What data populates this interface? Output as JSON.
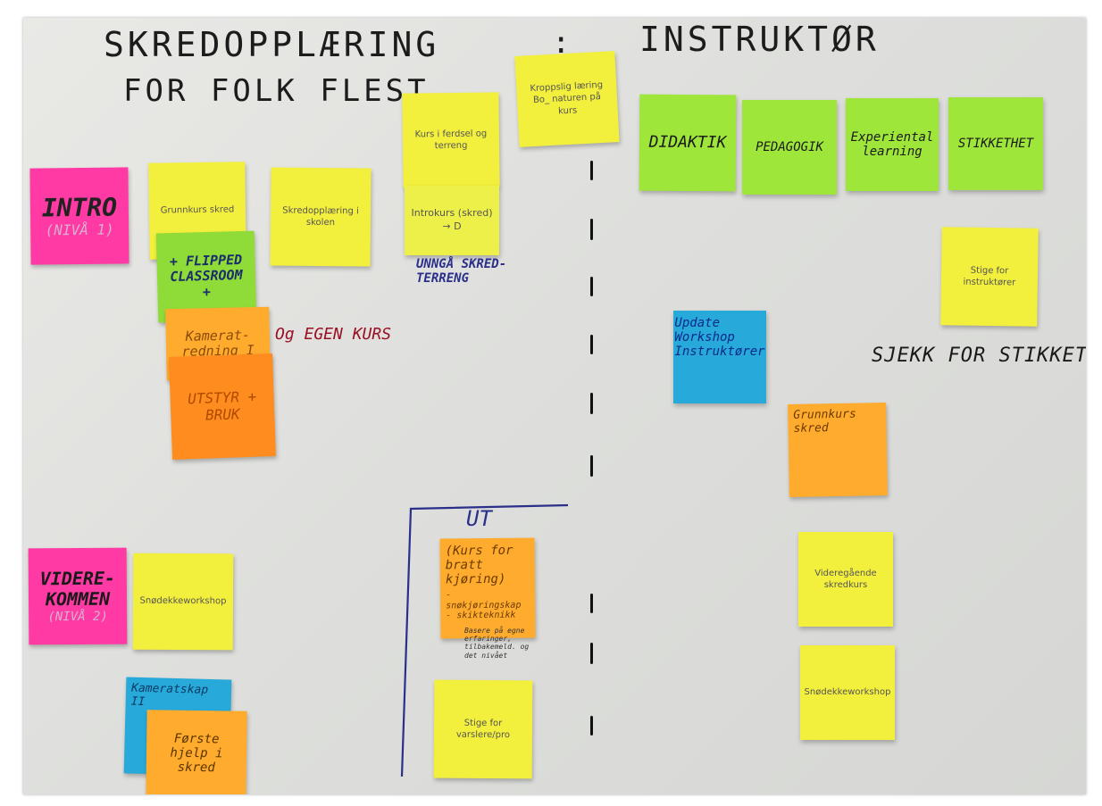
{
  "headings": {
    "left_line1": "SKREDOPPLÆRING",
    "left_line2": "FOR FOLK FLEST",
    "divider": ":",
    "right": "INSTRUKTØR"
  },
  "annotations": {
    "unnga": "UNNGÅ SKRED-TERRENG",
    "egen_kurs": "Og EGEN KURS",
    "sjekk": "SJEKK FOR STIKKETHET",
    "ut": "UT"
  },
  "notes": {
    "intro": "INTRO",
    "intro_sub": "(NIVÅ 1)",
    "grunnkurs": "Grunnkurs skred",
    "flipped": "+ FLIPPED CLASSROOM +",
    "kamerat": "Kamerat-redning I",
    "utstyr": "UTSTYR + BRUK",
    "skoleopp": "Skredopplæring i skolen",
    "ferdsel": "Kurs i ferdsel og terreng",
    "introkurs": "Introkurs (skred) → D",
    "kroppslig": "Kroppslig læring Bo_ naturen på kurs",
    "didaktik": "DIDAKTIK",
    "pedagogik": "PEDAGOGIK",
    "experiental": "Experiental learning",
    "stikkethet": "STIKKETHET",
    "stige_instr": "Stige for instruktører",
    "update": "Update Workshop Instruktører",
    "grunn_instr": "Grunnkurs skred",
    "videreg": "Videregående skredkurs",
    "snodekke_r": "Snødekkeworkshop",
    "videre": "VIDERE-KOMMEN",
    "videre_sub": "(NIVÅ 2)",
    "snodekke_l": "Snødekkeworkshop",
    "kameratskap": "Kameratskap II",
    "forstehjelp": "Første hjelp i skred",
    "bratt": "(Kurs for bratt kjøring)",
    "bratt_bul": "- snøkjøringskap - skikteknikk",
    "basere": "Basere på egne erfaringer, tilbakemeld. og det nivået",
    "stige_varsl": "Stige for varslere/pro"
  }
}
